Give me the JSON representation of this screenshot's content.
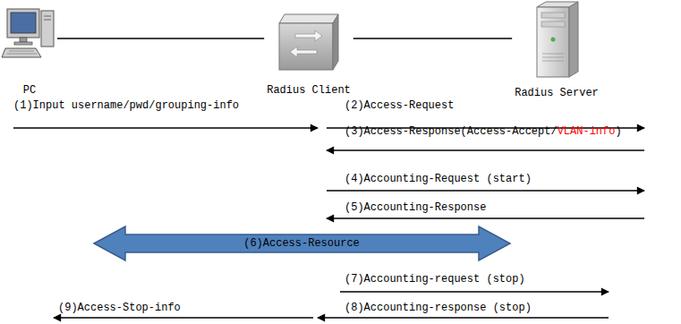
{
  "diagram": {
    "nodes": [
      {
        "text": [
          "PC"
        ]
      },
      {
        "text": [
          "Radius Client"
        ]
      },
      {
        "text": [
          "Radius Server"
        ]
      }
    ],
    "edges": [
      {
        "from": 0,
        "to": 1,
        "arrow": "none"
      },
      {
        "from": 1,
        "to": 2,
        "arrow": "none"
      }
    ],
    "labels": [
      "(1)Input username/pwd/grouping-info",
      "(2)Access-Request",
      "(3)Access-Response(Access-Accept/",
      "VLAN-info",
      ")",
      "(4)Accounting-Request (start)",
      "(5)Accounting-Response",
      "(6)Access-Resource",
      "(7)Accounting-request (stop)",
      "(9)Access-Stop-info",
      "(8)Accounting-response (stop)"
    ]
  }
}
